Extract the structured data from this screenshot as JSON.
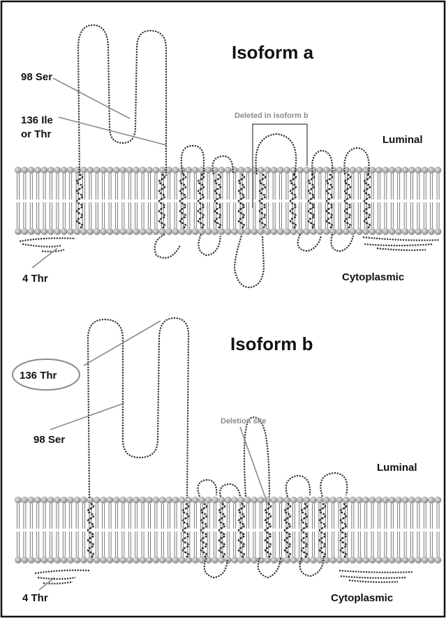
{
  "panel_a": {
    "title": "Isoform a",
    "label_98": "98 Ser",
    "label_136_line1": "136  Ile",
    "label_136_line2": "or Thr",
    "deleted_note": "Deleted in isoform b",
    "luminal": "Luminal",
    "cytoplasmic": "Cytoplasmic",
    "label_4": "4 Thr"
  },
  "panel_b": {
    "title": "Isoform b",
    "label_136": "136 Thr",
    "label_98": "98 Ser",
    "deletion_note": "Deletion site",
    "luminal": "Luminal",
    "cytoplasmic": "Cytoplasmic",
    "label_4": "4 Thr"
  },
  "colors": {
    "lipid_head": "#9a9a9a",
    "leader_line": "#8a8a8a",
    "border": "#111111"
  }
}
